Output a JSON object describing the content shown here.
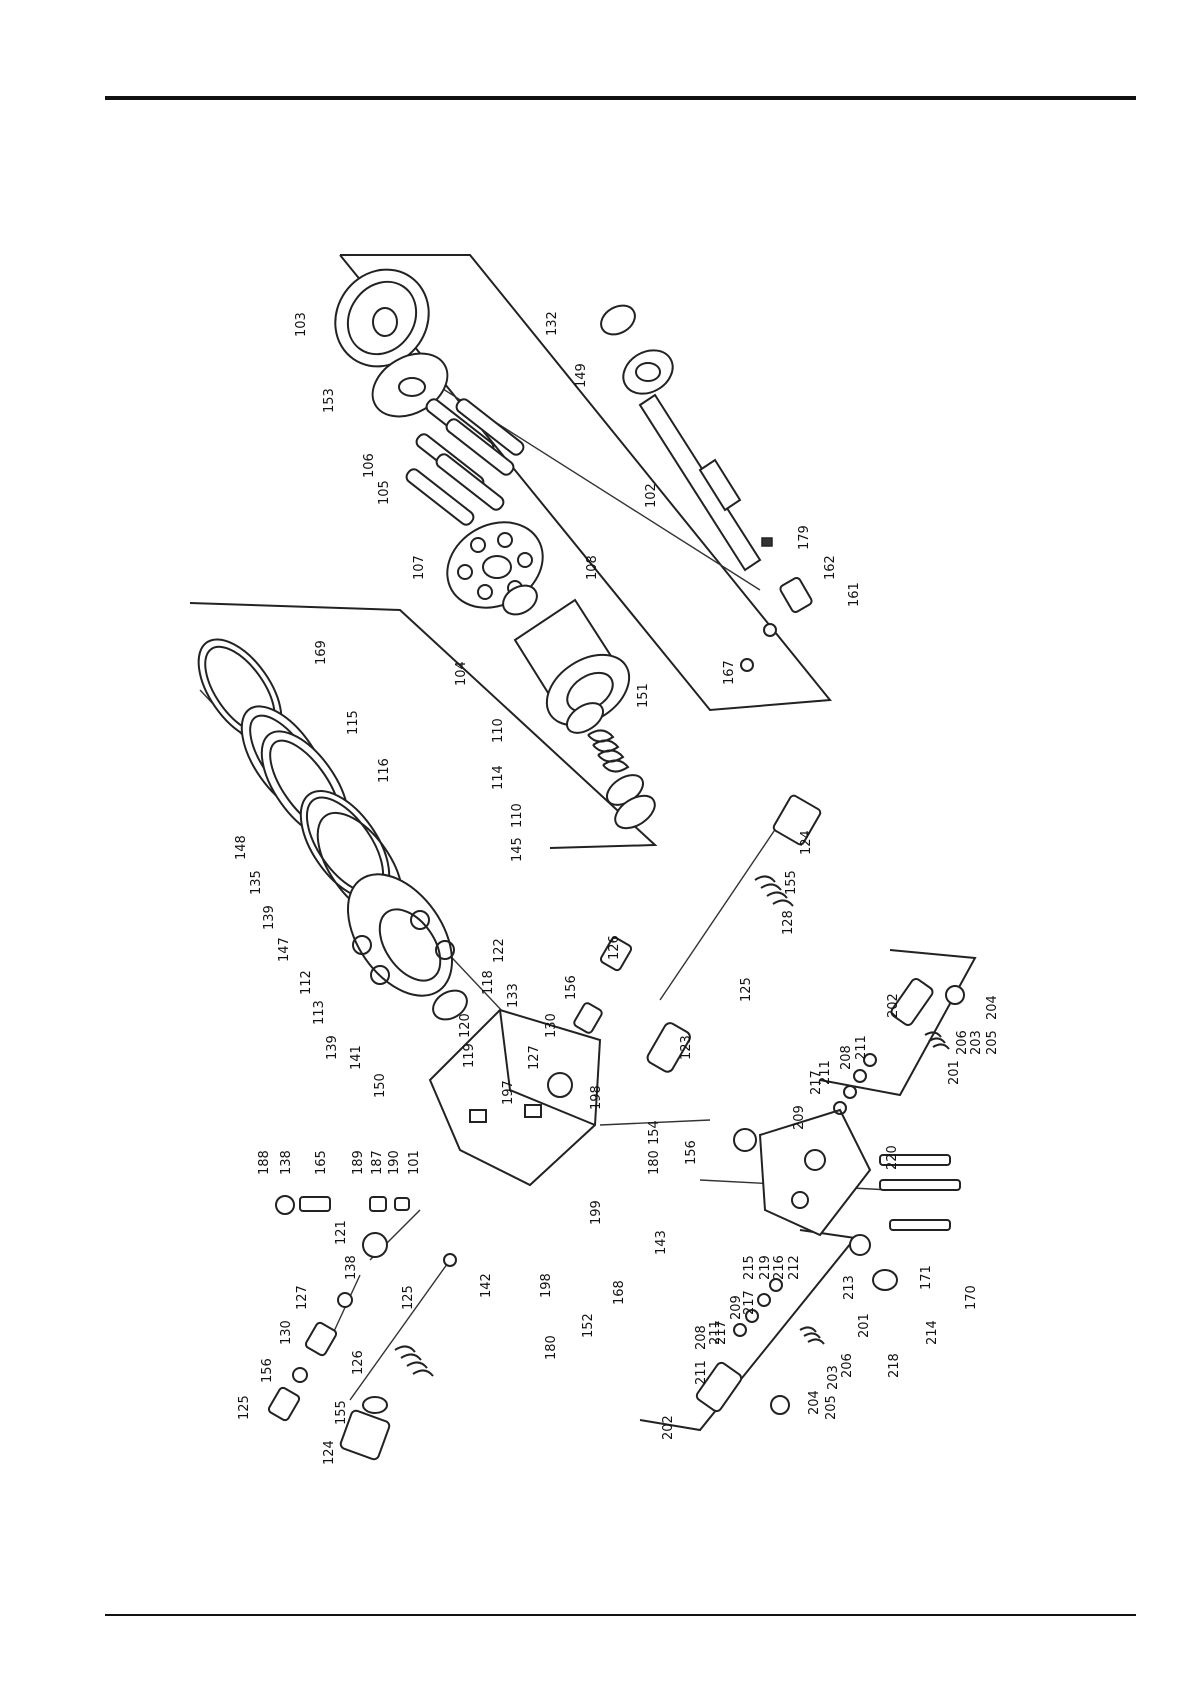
{
  "callouts": {
    "c103": "103",
    "c153": "153",
    "c105": "105",
    "c106": "106",
    "c107": "107",
    "c108": "108",
    "c102": "102",
    "c149": "149",
    "c132": "132",
    "c179": "179",
    "c161": "161",
    "c162": "162",
    "c167": "167",
    "c169": "169",
    "c115": "115",
    "c116": "116",
    "c104": "104",
    "c151": "151",
    "c110a": "110",
    "c114": "114",
    "c110b": "110",
    "c145": "145",
    "c148": "148",
    "c135": "135",
    "c139a": "139",
    "c147": "147",
    "c112": "112",
    "c113": "113",
    "c139b": "139",
    "c141": "141",
    "c150": "150",
    "c122": "122",
    "c118": "118",
    "c133": "133",
    "c120": "120",
    "c119": "119",
    "c126a": "126",
    "c156a": "156",
    "c130a": "130",
    "c127a": "127",
    "c197": "197",
    "c124a": "124",
    "c155a": "155",
    "c128": "128",
    "c125a": "125",
    "c123": "123",
    "c198a": "198",
    "c180a": "180",
    "c154": "154",
    "c188": "188",
    "c138a": "138",
    "c165": "165",
    "c189": "189",
    "c187": "187",
    "c190": "190",
    "c101": "101",
    "c121": "121",
    "c138b": "138",
    "c127b": "127",
    "c130b": "130",
    "c156b": "156",
    "c125b": "125",
    "c126b": "126",
    "c125c": "125",
    "c155b": "155",
    "c124b": "124",
    "c142": "142",
    "c198b": "198",
    "c180b": "180",
    "c152": "152",
    "c168": "168",
    "c199": "199",
    "c143": "143",
    "c156c": "156",
    "c202a": "202",
    "c208a": "208",
    "c211a": "211",
    "c211b": "211",
    "c217a": "217",
    "c209a": "209",
    "c220": "220",
    "c201a": "201",
    "c206a": "206",
    "c203a": "203",
    "c205a": "205",
    "c204a": "204",
    "c215": "215",
    "c219": "219",
    "c216": "216",
    "c212": "212",
    "c213": "213",
    "c171": "171",
    "c170": "170",
    "c214": "214",
    "c218": "218",
    "c201b": "201",
    "c206b": "206",
    "c203b": "203",
    "c205b": "205",
    "c204b": "204",
    "c202b": "202",
    "c211c": "211",
    "c208b": "208",
    "c211d": "211",
    "c217b": "217",
    "c209b": "209",
    "c217c": "217"
  }
}
